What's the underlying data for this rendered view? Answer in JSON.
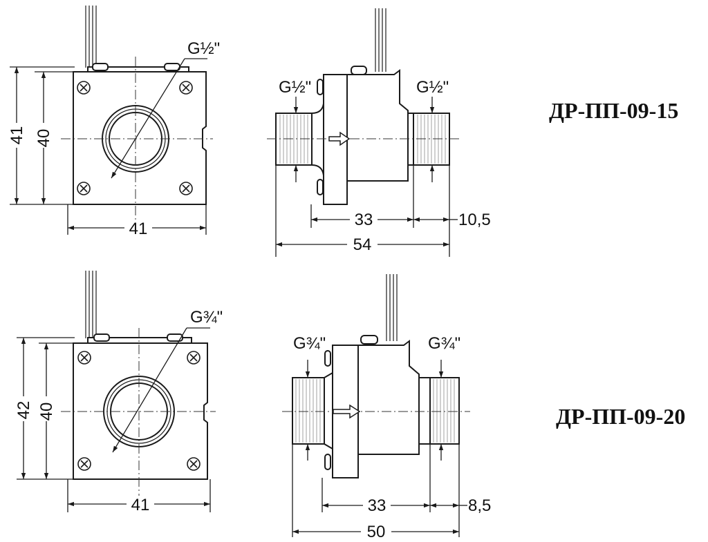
{
  "variants": [
    {
      "model": "ДР-ПП-09-15",
      "front": {
        "thread": "G½\"",
        "height_outer": "41",
        "height_inner": "40",
        "width": "41"
      },
      "side": {
        "thread_left": "G½\"",
        "thread_right": "G½\"",
        "length_body": "33",
        "length_end": "10,5",
        "length_total": "54"
      }
    },
    {
      "model": "ДР-ПП-09-20",
      "front": {
        "thread": "G¾\"",
        "height_outer": "42",
        "height_inner": "40",
        "width": "41"
      },
      "side": {
        "thread_left": "G¾\"",
        "thread_right": "G¾\"",
        "length_body": "33",
        "length_end": "8,5",
        "length_total": "50"
      }
    }
  ]
}
